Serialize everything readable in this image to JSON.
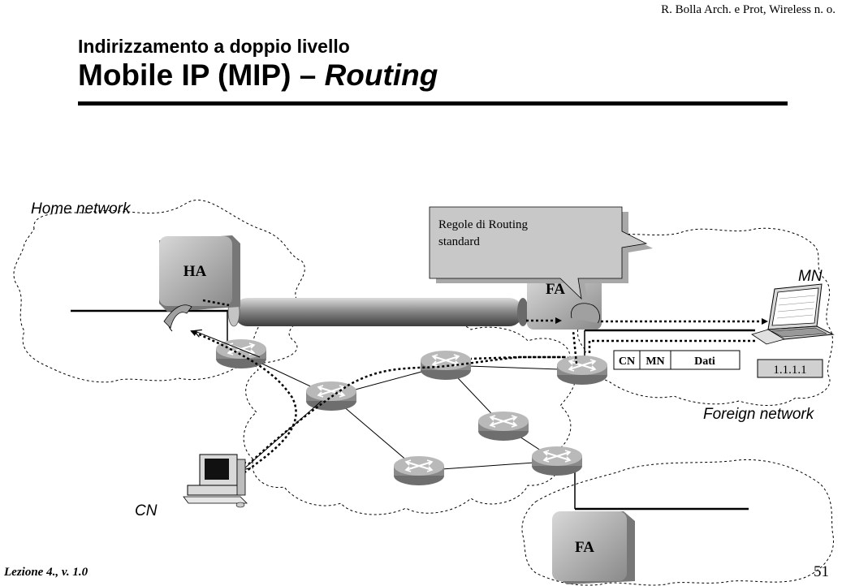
{
  "header": {
    "credit": "R. Bolla Arch. e Prot, Wireless n. o.",
    "title_line1": "Indirizzamento a doppio livello",
    "title_line2_main": "Mobile IP (MIP) – ",
    "title_line2_em": "Routing"
  },
  "footer": {
    "lecture": "Lezione 4., v. 1.0",
    "page_number": "51"
  },
  "diagram": {
    "networks": {
      "home": "Home network",
      "foreign": "Foreign network"
    },
    "nodes": {
      "ha": "HA",
      "fa": "FA",
      "fa_hidden": "FA",
      "mn": "MN",
      "cn": "CN"
    },
    "callout": {
      "line1": "Regole di Routing",
      "line2": "standard"
    },
    "packet": {
      "fields": [
        "CN",
        "MN",
        "Dati"
      ]
    },
    "mn_address": "1.1.1.1",
    "colors": {
      "router_top": "#b9b9b9",
      "router_side": "#6e6e6e",
      "router_body": "#a0a0a0",
      "agent_box": "#a9a9a9",
      "callout_fill": "#c8c8c8",
      "tunnel": "#9a9a9a"
    }
  }
}
